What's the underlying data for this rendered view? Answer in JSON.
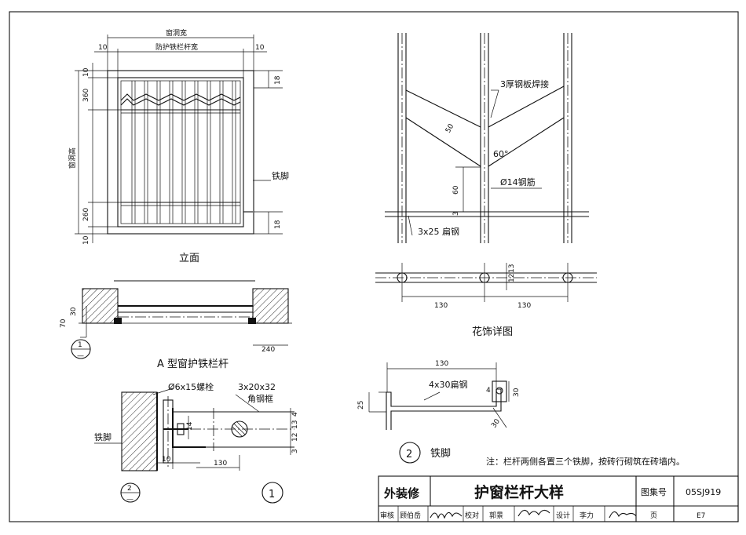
{
  "elevation": {
    "opening_width": "窗洞宽",
    "grille_width": "防护铁栏杆宽",
    "opening_height": "窗洞高",
    "dim_10_left": "10",
    "dim_10_right": "10",
    "dim_10_top": "10",
    "dim_360": "360",
    "dim_260": "260",
    "dim_10_bottom": "10",
    "dim_18_top": "18",
    "dim_18_bottom": "18",
    "iron_foot": "铁脚",
    "caption": "立面"
  },
  "section_a": {
    "dim_30": "30",
    "dim_70": "70",
    "dim_240": "240",
    "ref_num": "1",
    "ref_den": "—",
    "caption": "A 型窗护铁栏杆"
  },
  "detail_1": {
    "bolt": "Ø6x15螺栓",
    "flat_bar": "3x20x32",
    "angle_frame": "角钢框",
    "dim_14": "14",
    "dim_4": "4",
    "dim_13": "13",
    "dim_12": "12",
    "dim_3": "3",
    "dim_10": "10",
    "dim_130": "130",
    "iron_foot": "铁脚",
    "ref_num": "2",
    "ref_den": "—",
    "circle_num": "1"
  },
  "ornament": {
    "plate_weld": "3厚钢板焊接",
    "dim_50": "50",
    "angle_60": "60°",
    "rebar": "Ø14钢筋",
    "dim_60": "60",
    "dim_3": "3",
    "flat_steel": "3x25 扁钢",
    "dim_12": "12",
    "dim_13": "13",
    "dim_130a": "130",
    "dim_130b": "130",
    "caption": "花饰详图"
  },
  "iron_foot_detail": {
    "dim_130": "130",
    "flat_steel": "4x30扁钢",
    "dim_25": "25",
    "dim_30a": "30",
    "dim_30b": "30",
    "dim_4": "4",
    "circle_num": "2",
    "caption": "铁脚"
  },
  "note": "注：栏杆两侧各置三个铁脚，按砖行砌筑在砖墙内。",
  "title_block": {
    "category": "外装修",
    "title": "护窗栏杆大样",
    "atlas_label": "图集号",
    "atlas_no": "05SJ919",
    "review_label": "审核",
    "reviewer": "顾伯岳",
    "check_label": "校对",
    "checker": "郭景",
    "design_label": "设计",
    "designer": "李力",
    "page_label": "页",
    "page_no": "E7"
  }
}
